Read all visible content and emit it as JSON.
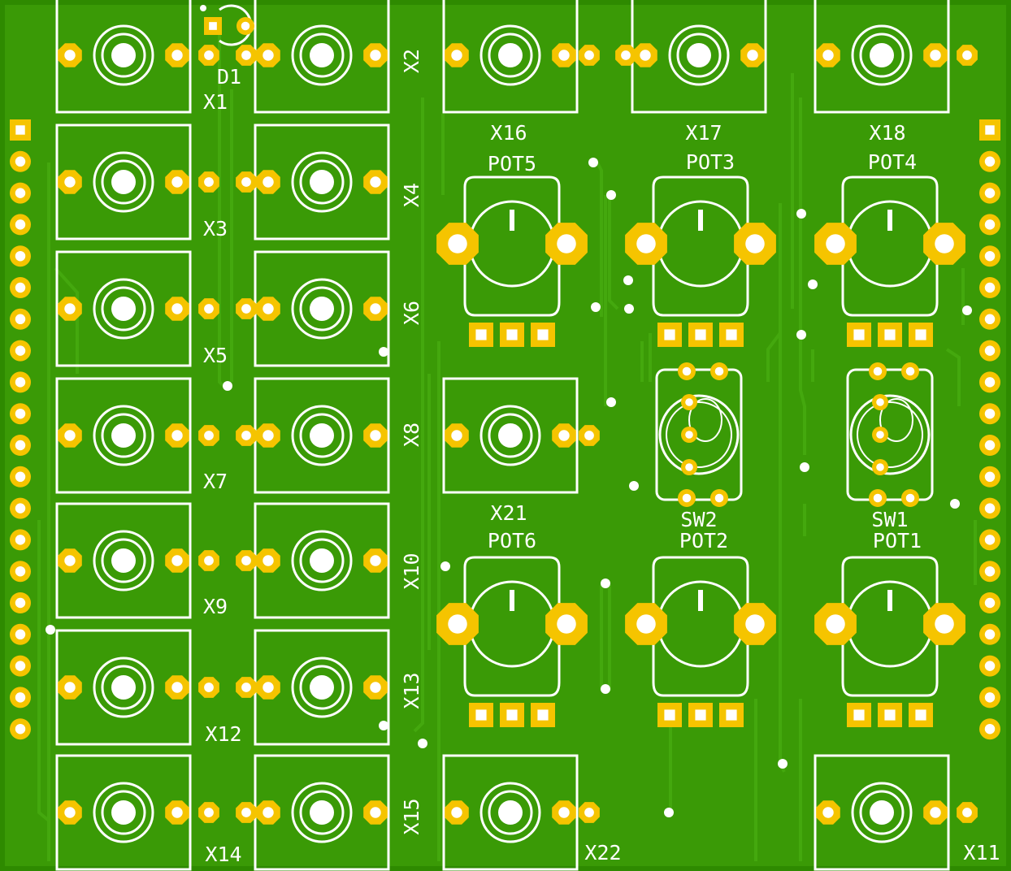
{
  "board": {
    "colors": {
      "background": "#2e8a00",
      "copper_fill": "#3a9a06",
      "trace": "#44a80e",
      "silkscreen": "#ffffff",
      "pad": "#f5c400",
      "drill": "#ffffff"
    }
  },
  "jacks": [
    {
      "ref": "X1"
    },
    {
      "ref": "X2"
    },
    {
      "ref": "X3"
    },
    {
      "ref": "X4"
    },
    {
      "ref": "X5"
    },
    {
      "ref": "X6"
    },
    {
      "ref": "X7"
    },
    {
      "ref": "X8"
    },
    {
      "ref": "X9"
    },
    {
      "ref": "X10"
    },
    {
      "ref": "X12"
    },
    {
      "ref": "X13"
    },
    {
      "ref": "X14"
    },
    {
      "ref": "X15"
    },
    {
      "ref": "X16"
    },
    {
      "ref": "X17"
    },
    {
      "ref": "X18"
    },
    {
      "ref": "X21"
    },
    {
      "ref": "X22"
    },
    {
      "ref": "X11"
    }
  ],
  "pots": [
    {
      "ref": "POT5"
    },
    {
      "ref": "POT3"
    },
    {
      "ref": "POT4"
    },
    {
      "ref": "POT6"
    },
    {
      "ref": "POT2"
    },
    {
      "ref": "POT1"
    }
  ],
  "switches": [
    {
      "ref": "SW2"
    },
    {
      "ref": "SW1"
    }
  ],
  "diode": {
    "ref": "D1"
  },
  "headers": [
    {
      "name": "left-pin-header",
      "pins": 20
    },
    {
      "name": "right-pin-header",
      "pins": 20
    }
  ]
}
